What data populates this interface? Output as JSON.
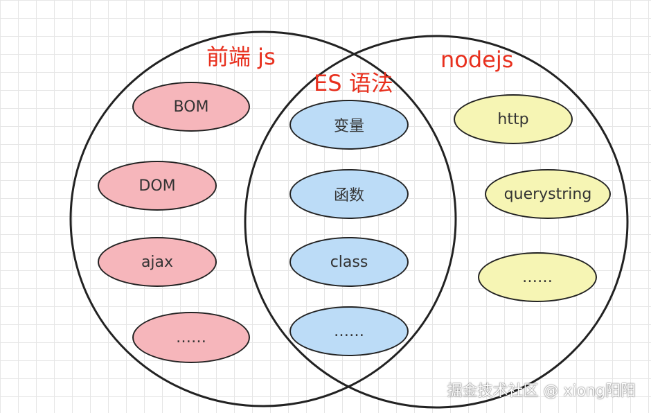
{
  "titles": {
    "frontend": "前端 js",
    "es": "ES 语法",
    "nodejs": "nodejs"
  },
  "frontend_items": [
    "BOM",
    "DOM",
    "ajax",
    "……"
  ],
  "es_items": [
    "变量",
    "函数",
    "class",
    "……"
  ],
  "nodejs_items": [
    "http",
    "querystring",
    "……"
  ],
  "watermark": "掘金技术社区 @ xiong阳阳",
  "colors": {
    "title": "#e8301e",
    "frontend_fill": "#f6b6bb",
    "es_fill": "#bcdcf7",
    "nodejs_fill": "#f6f5b4",
    "outline": "#222222"
  }
}
